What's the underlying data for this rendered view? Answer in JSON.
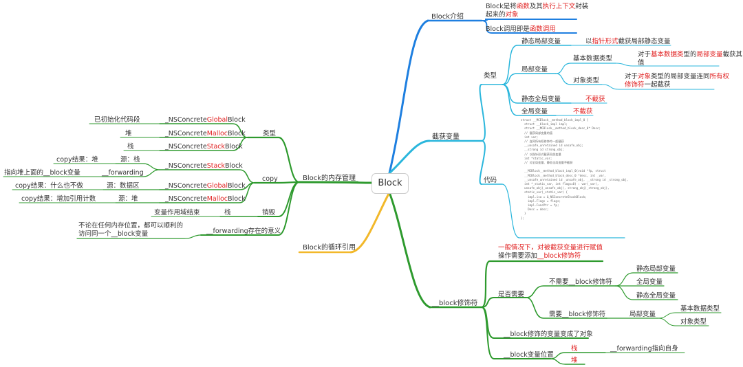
{
  "root": "Block",
  "right": {
    "intro": {
      "label": "Block介绍",
      "item1": {
        "pre": "Block是将",
        "hl1": "函数",
        "mid": "及其",
        "hl2": "执行上下文",
        "post": "封装",
        "line2pre": "起来的",
        "line2hl": "对象"
      },
      "item2": {
        "pre": "Block调用即是",
        "hl": "函数调用"
      }
    },
    "capture": {
      "label": "截获变量",
      "type": {
        "label": "类型",
        "static_local": {
          "label": "静态局部变量",
          "desc_pre": "以",
          "desc_hl": "指针形式",
          "desc_post": "截获局部静态变量"
        },
        "local": {
          "label": "局部变量",
          "basic": {
            "label": "基本数据类型",
            "desc_pre": "对于",
            "desc_hl1": "基本数据类",
            "desc_mid": "型的",
            "desc_hl2": "局部变量",
            "desc_post": "截获其",
            "desc_line2": "值"
          },
          "object": {
            "label": "对象类型",
            "desc_pre": "对于",
            "desc_hl1": "对象",
            "desc_mid": "类型的局部变量连同",
            "desc_hl2": "所有权",
            "desc_line2hl": "修饰符",
            "desc_line2post": "一起截获"
          }
        },
        "static_global": {
          "label": "静态全局变量",
          "desc": "不截获"
        },
        "global": {
          "label": "全局变量",
          "desc": "不截获"
        }
      },
      "code_label": "代码",
      "code_text": "struct __MCBlock__method_block_impl_0 {\n  struct __block_impl impl;\n  struct __MCBlock__method_block_desc_0* Desc;\n  // 截获局部变量的值\n  int var;\n  // 连同所有权修饰符一起截获\n  __unsafe_unretained id unsafe_obj;\n  __strong id strong_obj;\n  // 以指针形式截获局部变量\n  int *static_var;\n  // 对全局变量、静态全局变量不截获\n\n  __MCBlock__method_block_impl_0(void *fp, struct\n  __MCBlock__method_block_desc_0 *desc, int _var,\n  __unsafe_unretained id _unsafe_obj, __strong id _strong_obj,\n  int *_static_var, int flags=0) : var(_var),\n  unsafe_obj(_unsafe_obj), strong_obj(_strong_obj),\n  static_var(_static_var) {\n    impl.isa = &_NSConcreteStackBlock;\n    impl.Flags = flags;\n    impl.FuncPtr = fp;\n    Desc = desc;\n  }\n};"
    },
    "modifier": {
      "label": "__block修饰符",
      "note": {
        "line1pre": "一般情况下，对被截获变量进行",
        "line1hl": "赋值",
        "line2pre": "操作需要添加",
        "line2hl": "__block修饰符"
      },
      "whether": {
        "label": "是否需要",
        "no": {
          "label": "不需要__block修饰符",
          "items": [
            "静态局部变量",
            "全局变量",
            "静态全局变量"
          ]
        },
        "yes": {
          "label": "需要__block修饰符",
          "local": "局部变量",
          "items": [
            "基本数据类型",
            "对象类型"
          ]
        }
      },
      "became": "__block修饰的变量变成了对象",
      "position": {
        "label": "__block变量位置",
        "stack": "栈",
        "stack_desc": "__forwarding指向自身",
        "heap": "堆"
      }
    }
  },
  "left": {
    "memory": {
      "label": "Block的内存管理",
      "type": {
        "label": "类型",
        "items": [
          {
            "desc": "已初始化代码段",
            "pre": "_NSConcrete",
            "hl": "Global",
            "post": "Block"
          },
          {
            "desc": "堆",
            "pre": "_NSConcrete",
            "hl": "Malloc",
            "post": "Block"
          },
          {
            "desc": "栈",
            "pre": "_NSConcrete",
            "hl": "Stack",
            "post": "Block"
          }
        ]
      },
      "copy": {
        "label": "copy",
        "stack": {
          "pre": "_NSConcrete",
          "hl": "Stack",
          "post": "Block",
          "source": "源：栈",
          "result": "copy结果：堆",
          "forwarding": "__forwarding",
          "forwarding_desc": "指向堆上面的__block变量"
        },
        "global": {
          "pre": "_NSConcrete",
          "hl": "Global",
          "post": "Block",
          "source": "源：数据区",
          "result": "copy结果：什么也不做"
        },
        "malloc": {
          "pre": "_NSConcrete",
          "hl": "Malloc",
          "post": "Block",
          "source": "源：堆",
          "result": "copy结果：增加引用计数"
        }
      },
      "destroy": {
        "label": "销毁",
        "stack": "栈",
        "desc": "变量作用域结束"
      },
      "forwarding": {
        "label": "__forwarding存在的意义",
        "desc1": "不论在任何内存位置，都可以顺利的",
        "desc2": "访问同一个__block变量"
      }
    },
    "retain_cycle": {
      "label": "Block的循环引用"
    }
  },
  "colors": {
    "blue": "#1e7fe0",
    "cyan": "#2ab6dc",
    "green": "#2e9a2e",
    "yellow": "#f2b82a",
    "red": "#e02020"
  }
}
